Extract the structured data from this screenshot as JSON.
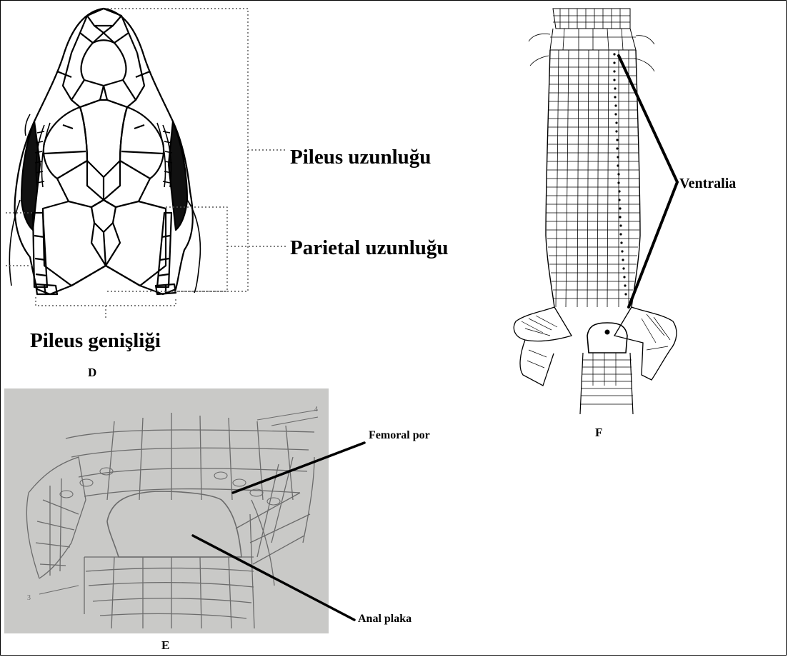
{
  "panel_d": {
    "caption": "D",
    "labels": {
      "pileus_length": "Pileus uzunluğu",
      "parietal_length": "Parietal uzunluğu",
      "pileus_width": "Pileus genişliği"
    }
  },
  "panel_e": {
    "caption": "E",
    "labels": {
      "femoral_pore": "Femoral por",
      "anal_plate": "Anal plaka"
    }
  },
  "panel_f": {
    "caption": "F",
    "labels": {
      "ventralia": "Ventralia"
    }
  },
  "colors": {
    "ink": "#000000",
    "photo_background": "#c9c9c7",
    "photo_ink": "#6b6b6b"
  }
}
